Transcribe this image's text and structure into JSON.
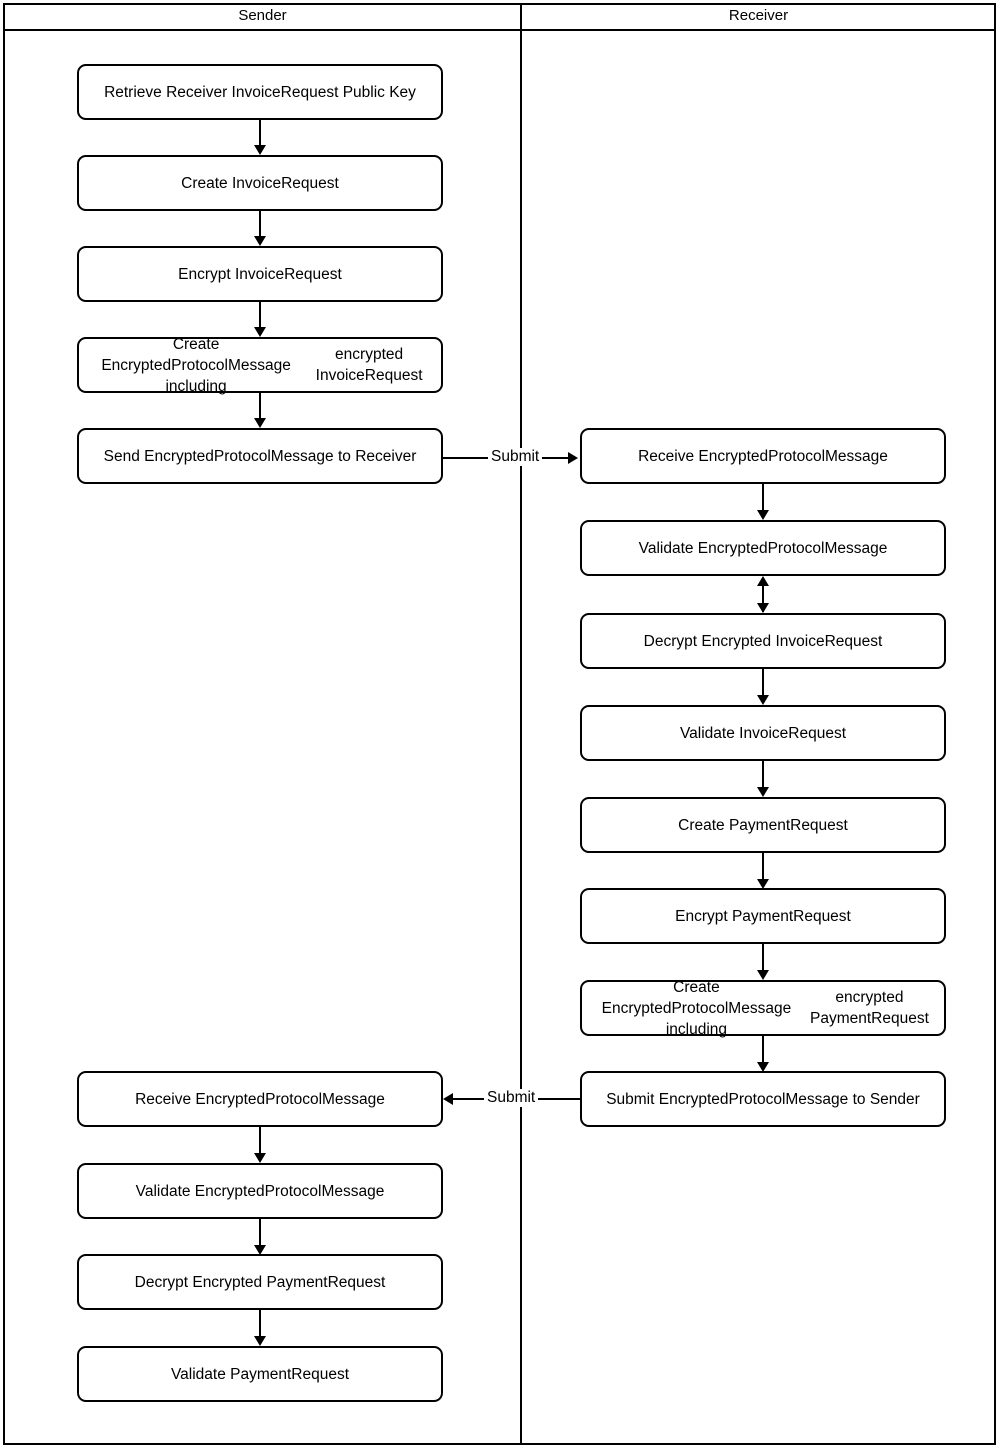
{
  "diagram": {
    "title": "Encrypted InvoiceRequest / PaymentRequest exchange swimlane",
    "colors": {
      "stroke": "#000000",
      "fill": "#ffffff",
      "text": "#000000"
    },
    "lanes": [
      {
        "id": "sender",
        "label": "Sender"
      },
      {
        "id": "receiver",
        "label": "Receiver"
      }
    ],
    "nodes": {
      "s1": "Retrieve Receiver InvoiceRequest Public Key",
      "s2": "Create InvoiceRequest",
      "s3": "Encrypt InvoiceRequest",
      "s4_line1": "Create EncryptedProtocolMessage including",
      "s4_line2": "encrypted InvoiceRequest",
      "s5": "Send EncryptedProtocolMessage to Receiver",
      "r1": "Receive EncryptedProtocolMessage",
      "r2": "Validate EncryptedProtocolMessage",
      "r3": "Decrypt Encrypted InvoiceRequest",
      "r4": "Validate InvoiceRequest",
      "r5": "Create PaymentRequest",
      "r6": "Encrypt PaymentRequest",
      "r7_line1": "Create EncryptedProtocolMessage including",
      "r7_line2": "encrypted PaymentRequest",
      "r8": "Submit EncryptedProtocolMessage to Sender",
      "s6": "Receive EncryptedProtocolMessage",
      "s7": "Validate EncryptedProtocolMessage",
      "s8": "Decrypt Encrypted PaymentRequest",
      "s9": "Validate PaymentRequest"
    },
    "edges": {
      "submit_to_receiver": "Submit",
      "submit_to_sender": "Submit"
    }
  }
}
